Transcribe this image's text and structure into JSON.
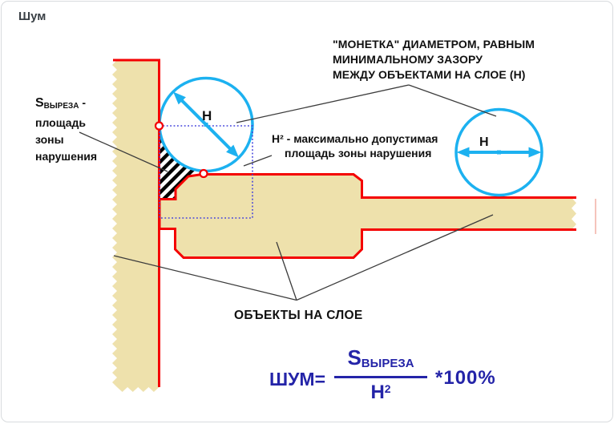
{
  "card": {
    "title": "Шум"
  },
  "colors": {
    "object_fill": "#EEE1AC",
    "object_outline": "#F40000",
    "coin_stroke": "#1CB1F0",
    "clearance_box": "#4141DC",
    "hatch": "#000000",
    "formula_text": "#2424A8",
    "annotation_text": "#101010",
    "leader_line": "#3C3C3C"
  },
  "annotations": {
    "coin_label": {
      "line1": "\"МОНЕТКА\" ДИАМЕТРОМ, РАВНЫМ",
      "line2": "МИНИМАЛЬНОМУ ЗАЗОРУ",
      "line3": "МЕЖДУ ОБЪЕКТАМИ НА СЛОЕ (Н)"
    },
    "cutout_label": {
      "sym": "S",
      "sym_sub": "ВЫРЕЗА",
      "sym_dash": " -",
      "line2": "площадь",
      "line3": "зоны",
      "line4": "нарушения"
    },
    "allowed_label": {
      "line1": "Н² - максимально допустимая",
      "line2": "площадь зоны нарушения"
    },
    "objects_label": "ОБЪЕКТЫ НА СЛОЕ",
    "coin1_diameter": "H",
    "coin2_diameter": "H"
  },
  "formula": {
    "lhs": "ШУМ=",
    "numerator": "S",
    "numerator_sub": "ВЫРЕЗА",
    "denominator": "H",
    "denominator_sup": "2",
    "rhs": "*100%"
  }
}
